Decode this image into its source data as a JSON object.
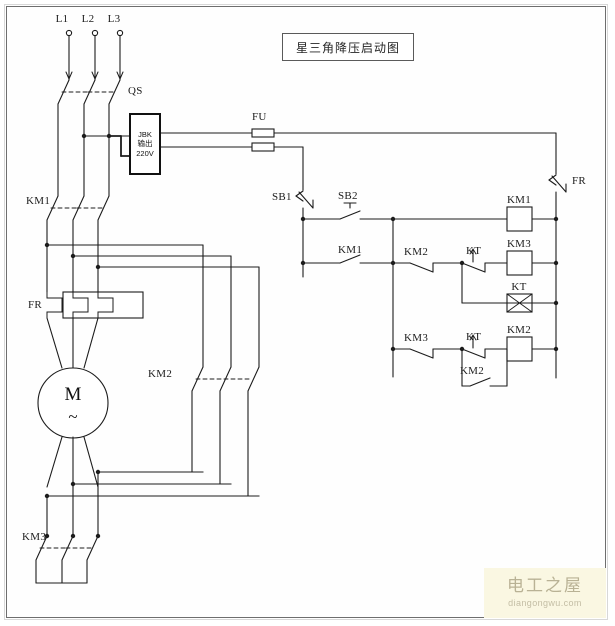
{
  "title_box": {
    "text": "星三角降压启动图"
  },
  "watermark": {
    "cn": "电工之屋",
    "en": "diangongwu.com"
  },
  "transformer": {
    "line1": "JBK",
    "line2": "输出",
    "line3": "220V"
  },
  "supply": {
    "phases": [
      "L1",
      "L2",
      "L3"
    ],
    "disconnect": "QS"
  },
  "power_circuit": {
    "main_contactor": "KM1",
    "thermal_relay": "FR",
    "delta_contactor": "KM2",
    "star_contactor": "KM3",
    "motor": {
      "symbol": "M",
      "type": "~"
    }
  },
  "control_circuit": {
    "fuse": "FU",
    "overload_contact": "FR",
    "stop_button": "SB1",
    "start_button": "SB2",
    "seal_in_contact": "KM1",
    "interlock_km2": "KM2",
    "interlock_km3": "KM3",
    "timer_nc": "KT",
    "timer_no": "KT",
    "holding_km2": "KM2",
    "coils": [
      "KM1",
      "KM3",
      "KT",
      "KM2"
    ]
  }
}
